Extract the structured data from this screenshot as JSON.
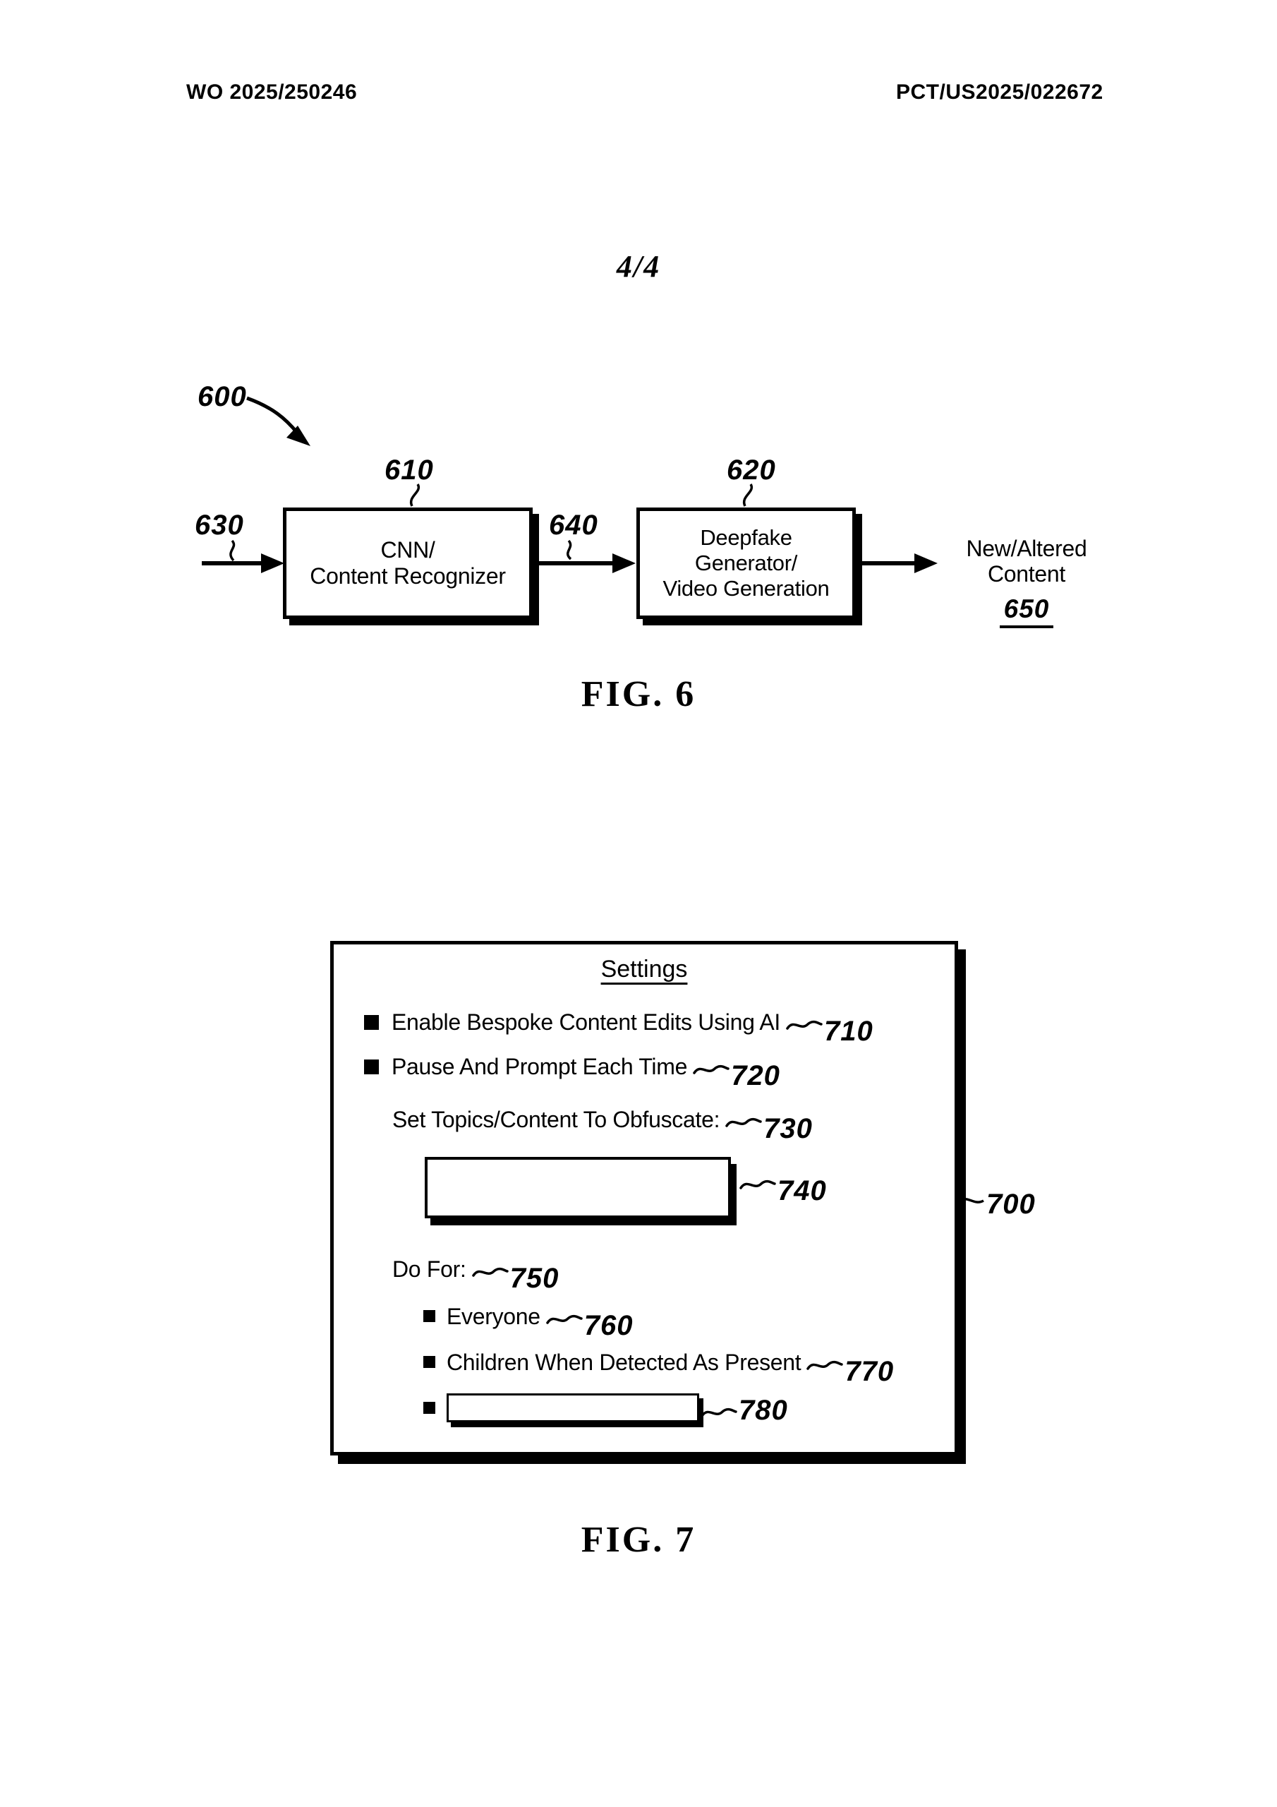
{
  "header": {
    "publication_number": "WO 2025/250246",
    "application_number": "PCT/US2025/022672",
    "sheet_label": "4/4"
  },
  "fig6": {
    "caption": "FIG. 6",
    "diagram_ref": "600",
    "input_arrow_ref": "630",
    "middle_arrow_ref": "640",
    "blocks": [
      {
        "ref": "610",
        "lines": [
          "CNN/",
          "Content Recognizer"
        ]
      },
      {
        "ref": "620",
        "lines": [
          "Deepfake",
          "Generator/",
          "Video Generation"
        ]
      }
    ],
    "output": {
      "lines": [
        "New/Altered",
        "Content"
      ],
      "ref": "650"
    }
  },
  "fig7": {
    "caption": "FIG. 7",
    "panel_ref": "700",
    "title": "Settings",
    "checkbox_items": [
      {
        "label": "Enable Bespoke Content Edits Using AI",
        "ref": "710"
      },
      {
        "label": "Pause And Prompt Each Time",
        "ref": "720"
      }
    ],
    "topics_label": {
      "text": "Set Topics/Content To Obfuscate:",
      "ref": "730"
    },
    "topics_input_ref": "740",
    "do_for_label": {
      "text": "Do For:",
      "ref": "750"
    },
    "do_for_options": [
      {
        "label": "Everyone",
        "ref": "760"
      },
      {
        "label": "Children When Detected As Present",
        "ref": "770"
      }
    ],
    "custom_option_input_ref": "780"
  }
}
